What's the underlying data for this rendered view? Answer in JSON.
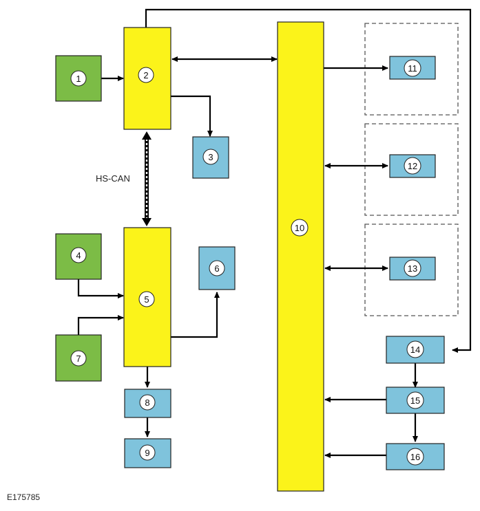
{
  "colors": {
    "green": "#7cbc46",
    "yellow": "#fbf31a",
    "blue": "#7fc3dc",
    "stroke": "#222222",
    "line": "#000000",
    "dashed": "#555555"
  },
  "nodes": {
    "n1": "1",
    "n2": "2",
    "n3": "3",
    "n4": "4",
    "n5": "5",
    "n6": "6",
    "n7": "7",
    "n8": "8",
    "n9": "9",
    "n10": "10",
    "n11": "11",
    "n12": "12",
    "n13": "13",
    "n14": "14",
    "n15": "15",
    "n16": "16"
  },
  "labels": {
    "hs_can": "HS-CAN",
    "figure_id": "E175785"
  }
}
